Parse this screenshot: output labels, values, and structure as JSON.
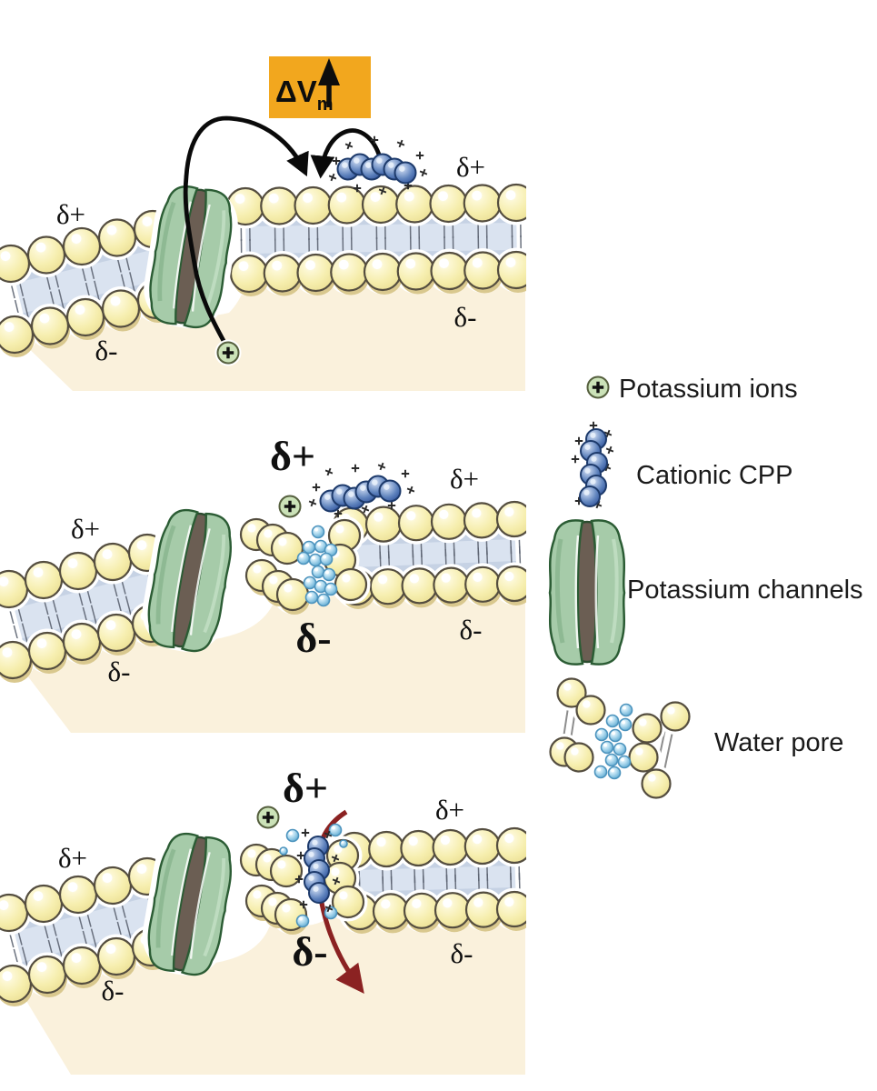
{
  "annotation_box": {
    "label": "ΔV",
    "subscript": "m",
    "symbol": "up-arrow",
    "color": "#f2a71e"
  },
  "legend": {
    "items": [
      {
        "icon": "potassium-ion-icon",
        "label": "Potassium ions"
      },
      {
        "icon": "cationic-cpp-icon",
        "label": "Cationic CPP"
      },
      {
        "icon": "potassium-channel-icon",
        "label": "Potassium channels"
      },
      {
        "icon": "water-pore-icon",
        "label": "Water pore"
      }
    ]
  },
  "panels": [
    {
      "id": "panel-1",
      "labels": {
        "extracellular_left": "δ+",
        "extracellular_right": "δ+",
        "intracellular_left": "δ-",
        "intracellular_right": "δ-"
      }
    },
    {
      "id": "panel-2",
      "labels": {
        "pore_top": "δ+",
        "extracellular_left": "δ+",
        "extracellular_right": "δ+",
        "pore_bottom": "δ-",
        "intracellular_left": "δ-",
        "intracellular_right": "δ-"
      }
    },
    {
      "id": "panel-3",
      "labels": {
        "pore_top": "δ+",
        "extracellular_left": "δ+",
        "extracellular_right": "δ+",
        "pore_bottom": "δ-",
        "intracellular_left": "δ-",
        "intracellular_right": "δ-"
      }
    }
  ],
  "colors": {
    "lipid_head": "#f5eeb2",
    "lipid_tail_band": "#dae3f0",
    "cytoplasm": "#faf1dc",
    "channel_body": "#a6cba9",
    "channel_pore": "#6b5e53",
    "cpp_bead": "#5f83bd",
    "potassium_ion": "#cbe2b8",
    "water": "#9fd0e8",
    "efflux_arrow": "#0a0a0a",
    "translocation_arrow": "#8b2222",
    "annotation_box": "#f2a71e"
  }
}
